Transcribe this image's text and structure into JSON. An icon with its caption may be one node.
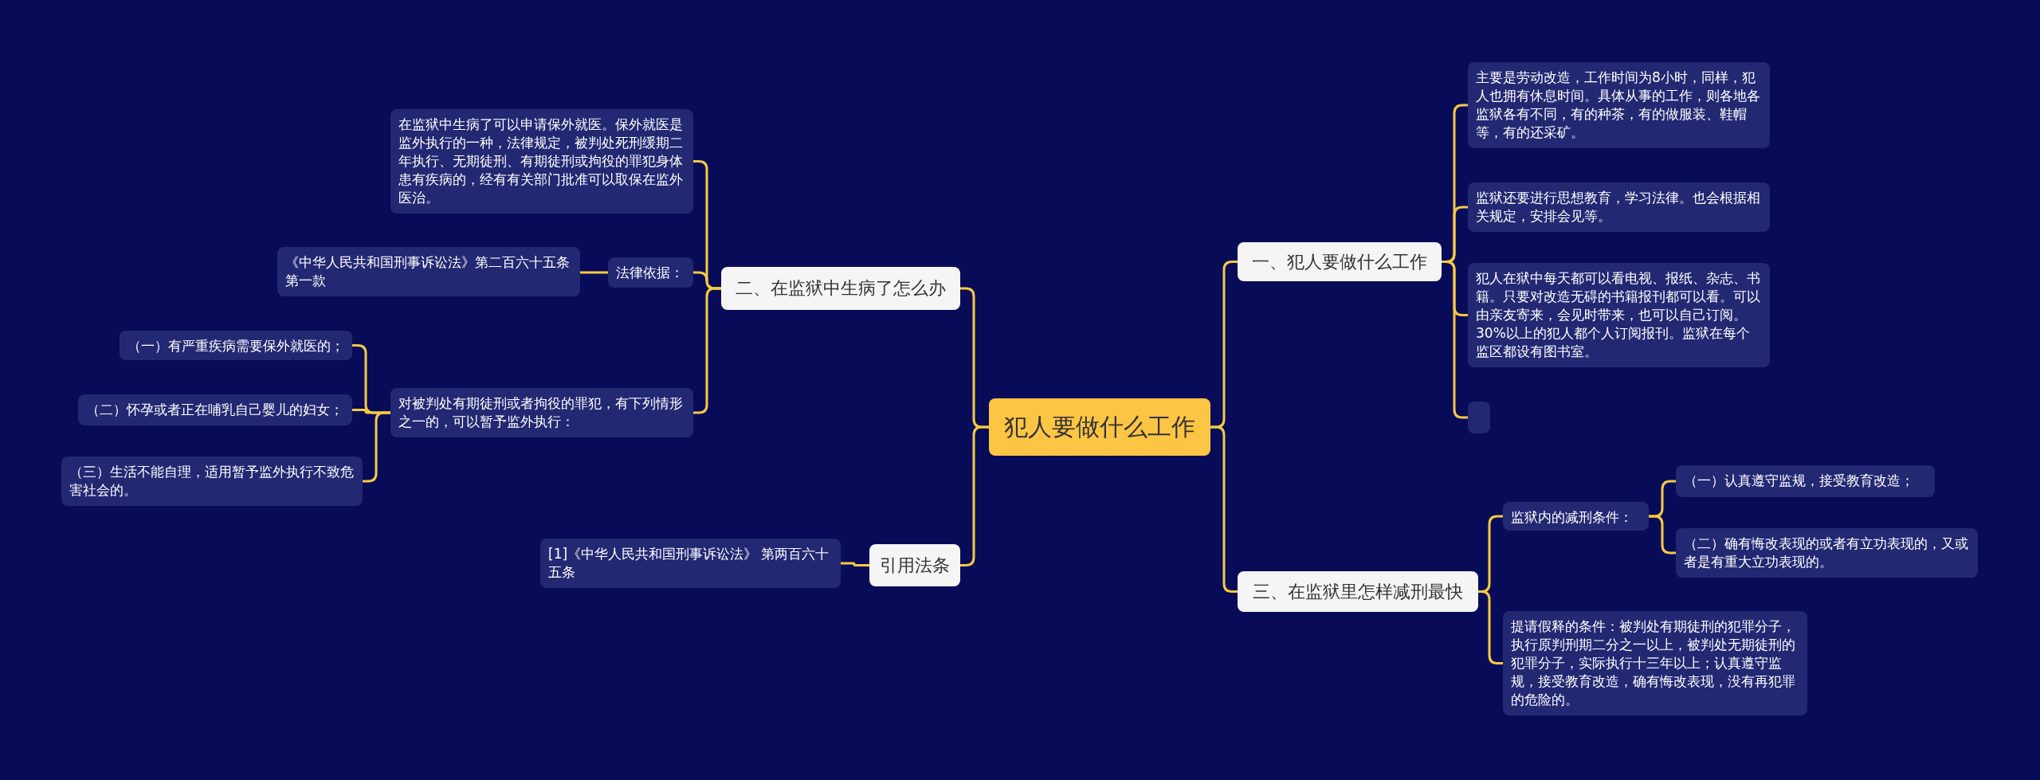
{
  "diagram": {
    "nodes": [
      {
        "text": [
          "犯人要做什么工作"
        ]
      },
      {
        "text": [
          "一、犯人要做什么工作"
        ]
      },
      {
        "text": [
          "主要是劳动改造，工作时间为8小时，同样，犯人也拥有休息时间。具体从事的工作，则各地各监狱各有不同，有的种茶，有的做服装、鞋帽等，有的还采矿。"
        ]
      },
      {
        "text": [
          "监狱还要进行思想教育，学习法律。也会根据相关规定，安排会见等。"
        ]
      },
      {
        "text": [
          "犯人在狱中每天都可以看电视、报纸、杂志、书籍。只要对改造无碍的书籍报刊都可以看。可以由亲友寄来，会见时带来，也可以自己订阅。30%以上的犯人都个人订阅报刊。监狱在每个监区都设有图书室。"
        ]
      },
      {
        "text": [],
        "shape": "box"
      },
      {
        "text": [
          "三、在监狱里怎样减刑最快"
        ]
      },
      {
        "text": [
          "监狱内的减刑条件："
        ]
      },
      {
        "text": [
          "（一）认真遵守监规，接受教育改造；"
        ]
      },
      {
        "text": [
          "（二）确有悔改表现的或者有立功表现的，又或者是有重大立功表现的。"
        ]
      },
      {
        "text": [
          "提请假释的条件：被判处有期徒刑的犯罪分子，执行原判刑期二分之一以上，被判处无期徒刑的犯罪分子，实际执行十三年以上；认真遵守监规，接受教育改造，确有悔改表现，没有再犯罪的危险的。"
        ]
      },
      {
        "text": [
          "二、在监狱中生病了怎么办"
        ]
      },
      {
        "text": [
          "在监狱中生病了可以申请保外就医。保外就医是监外执行的一种，法律规定，被判处死刑缓期二年执行、无期徒刑、有期徒刑或拘役的罪犯身体患有疾病的，经有有关部门批准可以取保在监外医治。"
        ]
      },
      {
        "text": [
          "法律依据："
        ]
      },
      {
        "text": [
          "《中华人民共和国刑事诉讼法》第二百六十五条第一款"
        ]
      },
      {
        "text": [
          "对被判处有期徒刑或者拘役的罪犯，有下列情形之一的，可以暂予监外执行："
        ]
      },
      {
        "text": [
          "（一）有严重疾病需要保外就医的；"
        ]
      },
      {
        "text": [
          "（二）怀孕或者正在哺乳自己婴儿的妇女；"
        ]
      },
      {
        "text": [
          "（三）生活不能自理，适用暂予监外执行不致危害社会的。"
        ]
      },
      {
        "text": [
          "引用法条"
        ]
      },
      {
        "text": [
          "[1]《中华人民共和国刑事诉讼法》 第两百六十五条"
        ]
      }
    ],
    "edges": [
      {
        "from": 0,
        "to": 1,
        "arrow": "none"
      },
      {
        "from": 1,
        "to": 2,
        "arrow": "none"
      },
      {
        "from": 1,
        "to": 3,
        "arrow": "none"
      },
      {
        "from": 1,
        "to": 4,
        "arrow": "none"
      },
      {
        "from": 1,
        "to": 5,
        "arrow": "none"
      },
      {
        "from": 0,
        "to": 6,
        "arrow": "none"
      },
      {
        "from": 6,
        "to": 7,
        "arrow": "none"
      },
      {
        "from": 7,
        "to": 8,
        "arrow": "none"
      },
      {
        "from": 7,
        "to": 9,
        "arrow": "none"
      },
      {
        "from": 6,
        "to": 10,
        "arrow": "none"
      },
      {
        "from": 0,
        "to": 11,
        "arrow": "none"
      },
      {
        "from": 11,
        "to": 12,
        "arrow": "none"
      },
      {
        "from": 11,
        "to": 13,
        "arrow": "none"
      },
      {
        "from": 13,
        "to": 14,
        "arrow": "none"
      },
      {
        "from": 11,
        "to": 15,
        "arrow": "none"
      },
      {
        "from": 15,
        "to": 16,
        "arrow": "none"
      },
      {
        "from": 15,
        "to": 17,
        "arrow": "none"
      },
      {
        "from": 15,
        "to": 18,
        "arrow": "none"
      },
      {
        "from": 0,
        "to": 19,
        "arrow": "none"
      },
      {
        "from": 19,
        "to": 20,
        "arrow": "none"
      }
    ]
  }
}
